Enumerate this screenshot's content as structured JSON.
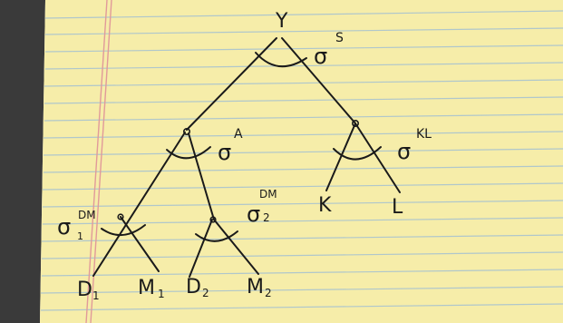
{
  "diagram": {
    "root": "Y",
    "sigma_s": "σ",
    "sigma_s_sup": "S",
    "sigma_a": "σ",
    "sigma_a_sup": "A",
    "sigma_kl": "σ",
    "sigma_kl_sup": "KL",
    "sigma_1": "σ",
    "sigma_1_sup": "DM",
    "sigma_1_sub": "1",
    "sigma_2": "σ",
    "sigma_2_sup": "DM",
    "sigma_2_sub": "2",
    "leaf_k": "K",
    "leaf_l": "L",
    "leaf_d1": "D",
    "leaf_d1_sub": "1",
    "leaf_m1": "M",
    "leaf_m1_sub": "1",
    "leaf_d2": "D",
    "leaf_d2_sub": "2",
    "leaf_m2": "M",
    "leaf_m2_sub": "2"
  },
  "colors": {
    "paper": "#f6eda9",
    "rule_line": "#a9c3cf",
    "margin_line": "#e19a9a",
    "ink": "#1a1a1a",
    "dark_left": "#3a3a3a"
  }
}
